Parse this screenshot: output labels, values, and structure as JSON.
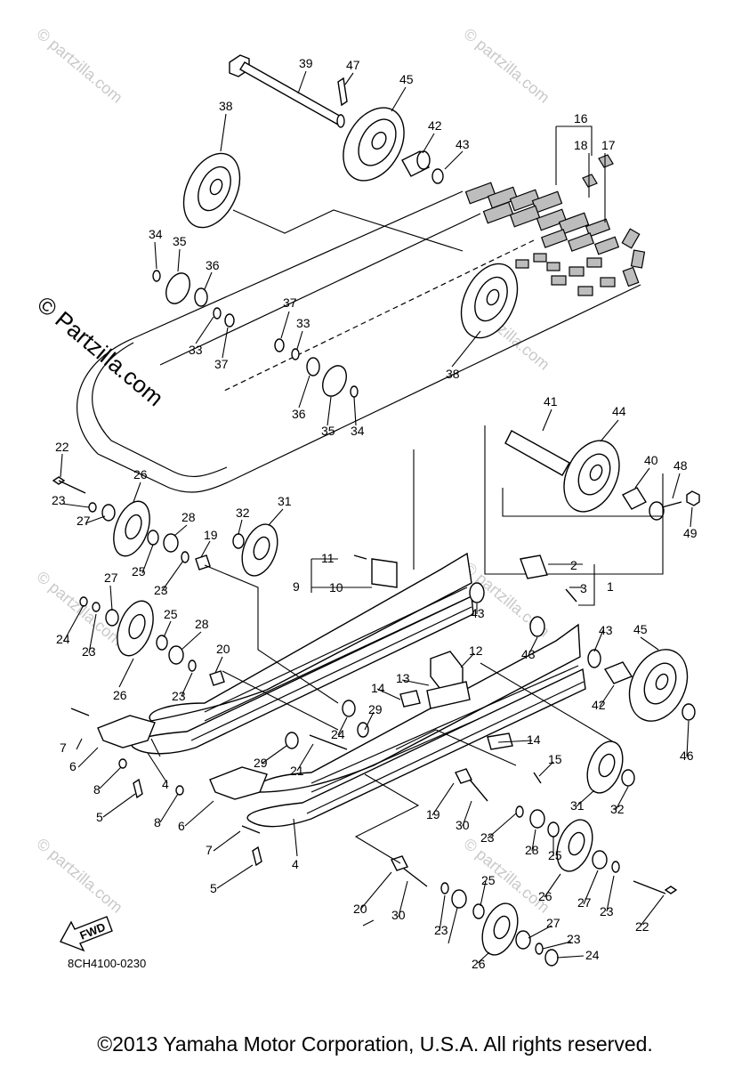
{
  "diagram": {
    "code": "8CH4100-0230",
    "fwd_label": "FWD",
    "copyright": "©2013 Yamaha Motor Corporation, U.S.A. All rights reserved.",
    "watermark": "© Partzilla.com",
    "watermark_small": "© partzilla.com"
  },
  "labels": {
    "l1": "1",
    "l2": "2",
    "l3": "3",
    "l4a": "4",
    "l4b": "4",
    "l5a": "5",
    "l5b": "5",
    "l6a": "6",
    "l6b": "6",
    "l7a": "7",
    "l7b": "7",
    "l8a": "8",
    "l8b": "8",
    "l9": "9",
    "l10": "10",
    "l11": "11",
    "l12": "12",
    "l13": "13",
    "l14a": "14",
    "l14b": "14",
    "l15": "15",
    "l16": "16",
    "l17": "17",
    "l18": "18",
    "l19a": "19",
    "l19b": "19",
    "l20a": "20",
    "l20b": "20",
    "l21": "21",
    "l22a": "22",
    "l22b": "22",
    "l23a": "23",
    "l23b": "23",
    "l23c": "23",
    "l23d": "23",
    "l23e": "23",
    "l23f": "23",
    "l23g": "23",
    "l23h": "23",
    "l24a": "24",
    "l24b": "24",
    "l24c": "24",
    "l25a": "25",
    "l25b": "25",
    "l25c": "25",
    "l25d": "25",
    "l26a": "26",
    "l26b": "26",
    "l26c": "26",
    "l26d": "26",
    "l27a": "27",
    "l27b": "27",
    "l27c": "27",
    "l27d": "27",
    "l28a": "28",
    "l28b": "28",
    "l28c": "28",
    "l29a": "29",
    "l29b": "29",
    "l30a": "30",
    "l30b": "30",
    "l31a": "31",
    "l31b": "31",
    "l32a": "32",
    "l32b": "32",
    "l33a": "33",
    "l33b": "33",
    "l34a": "34",
    "l34b": "34",
    "l35a": "35",
    "l35b": "35",
    "l36a": "36",
    "l36b": "36",
    "l37a": "37",
    "l37b": "37",
    "l38a": "38",
    "l38b": "38",
    "l39": "39",
    "l40": "40",
    "l41": "41",
    "l42a": "42",
    "l42b": "42",
    "l43a": "43",
    "l43b": "43",
    "l43c": "43",
    "l43d": "43",
    "l44": "44",
    "l45a": "45",
    "l45b": "45",
    "l46": "46",
    "l47": "47",
    "l48": "48",
    "l49": "49"
  }
}
